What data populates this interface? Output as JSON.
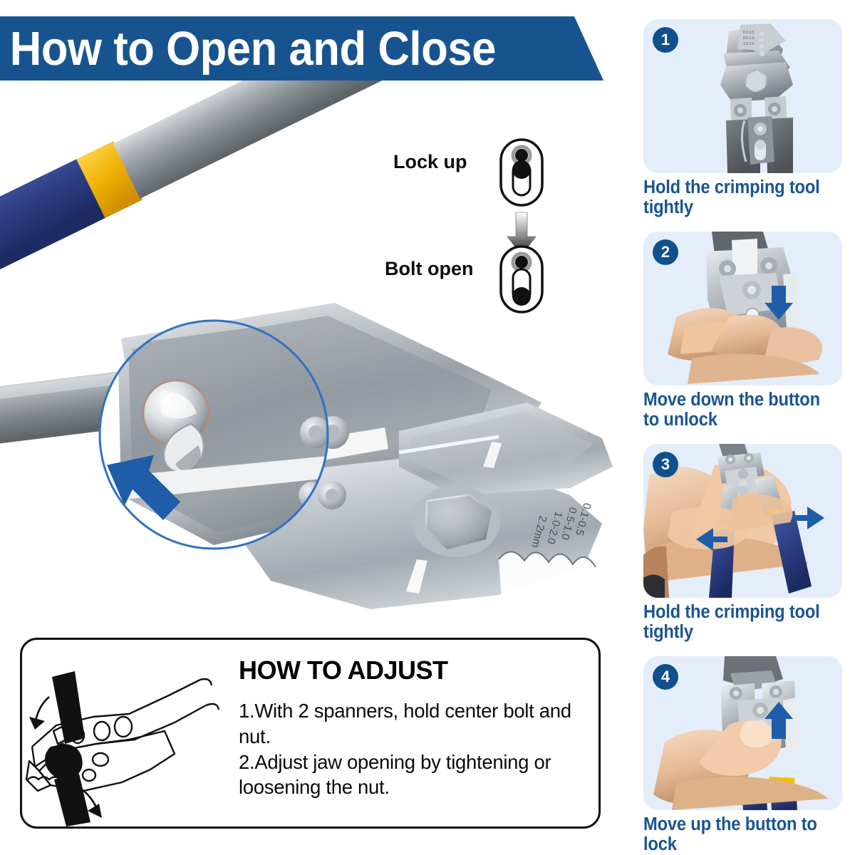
{
  "banner": {
    "title": "How to Open and Close",
    "bg_color": "#17548f",
    "text_color": "#ffffff"
  },
  "colors": {
    "brand_blue": "#17548f",
    "caption_blue": "#1a5494",
    "badge_blue": "#10508d",
    "panel_bg": "#e4eefb",
    "handle_blue": "#2b3f84",
    "handle_yellow": "#f2b705",
    "steel_gray": "#9aa0a6",
    "arrow_blue": "#1f5da8"
  },
  "lock_diagram": {
    "top_label": "Lock up",
    "bottom_label": "Bolt open",
    "arrow": "down-arrow-icon",
    "top_state": "knob-at-top",
    "bottom_state": "knob-at-bottom"
  },
  "hero": {
    "tool_name": "crimping-tool",
    "highlight": "magnifier-circle",
    "highlight_arrow": "up-left-arrow-icon",
    "jaw_markings": [
      "0.1-0.5",
      "0.5-1.0",
      "1.0-2.0",
      "2.2mm"
    ]
  },
  "adjust": {
    "title": "HOW TO ADJUST",
    "lines": [
      "1.With 2 spanners, hold center bolt and nut.",
      "2.Adjust jaw opening by tightening or loosening the nut."
    ],
    "illustration": "spanner-on-tool-line-art"
  },
  "steps": [
    {
      "number": "1",
      "caption": "Hold the crimping tool tightly",
      "image": "tool-closed-photo",
      "arrows": []
    },
    {
      "number": "2",
      "caption": "Move down the button to unlock",
      "image": "hand-pressing-button-photo",
      "arrows": [
        "down-arrow-icon"
      ]
    },
    {
      "number": "3",
      "caption": "Hold the crimping tool tightly",
      "image": "hand-spreading-handles-photo",
      "arrows": [
        "left-arrow-icon",
        "right-arrow-icon"
      ]
    },
    {
      "number": "4",
      "caption": "Move up the button to lock",
      "image": "thumb-pushing-button-photo",
      "arrows": [
        "up-arrow-icon"
      ]
    }
  ]
}
